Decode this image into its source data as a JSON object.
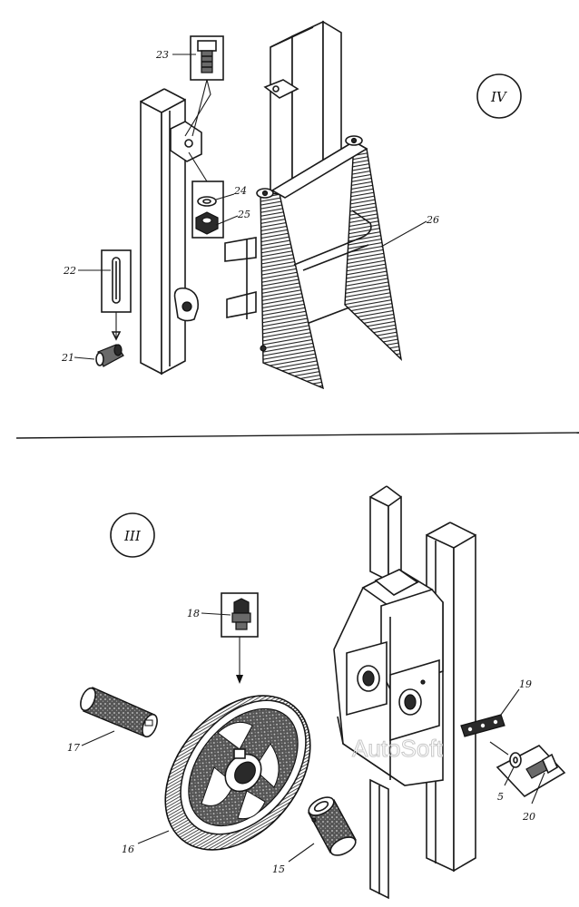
{
  "sections": {
    "top": {
      "roman": "IV"
    },
    "bottom": {
      "roman": "III"
    }
  },
  "labels": {
    "l23": "23",
    "l24": "24",
    "l25": "25",
    "l22": "22",
    "l21": "21",
    "l26": "26",
    "l18": "18",
    "l17": "17",
    "l16": "16",
    "l15": "15",
    "l19": "19",
    "l5": "5",
    "l20": "20"
  },
  "watermark": "AutoSoft",
  "colors": {
    "ink": "#1a1a1a",
    "background": "#ffffff"
  }
}
